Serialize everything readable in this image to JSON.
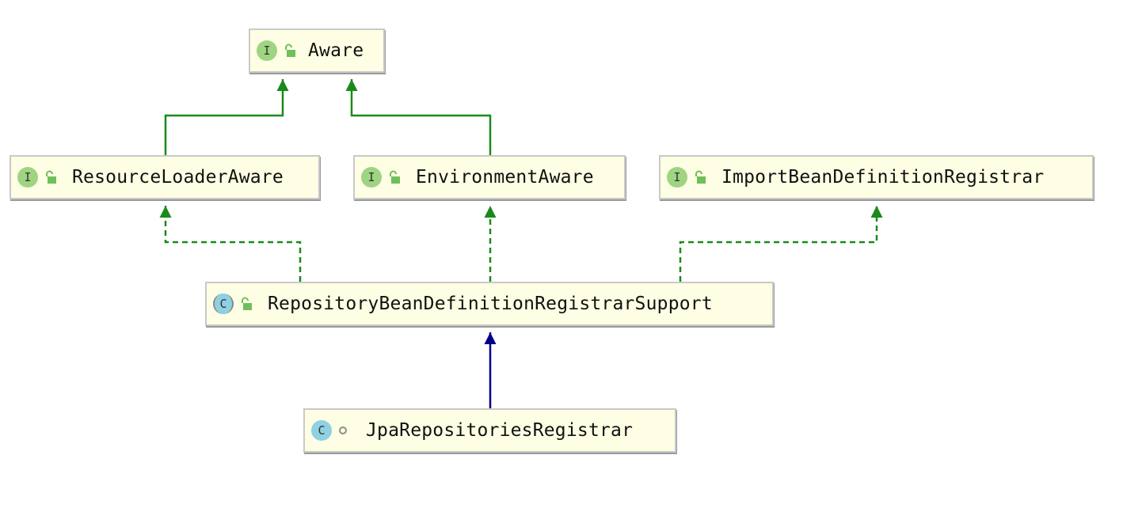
{
  "nodes": [
    {
      "id": "aware",
      "kind": "interface",
      "kind_letter": "I",
      "visibility": "public",
      "name": "Aware"
    },
    {
      "id": "resource_loader_aware",
      "kind": "interface",
      "kind_letter": "I",
      "visibility": "public",
      "name": "ResourceLoaderAware"
    },
    {
      "id": "environment_aware",
      "kind": "interface",
      "kind_letter": "I",
      "visibility": "public",
      "name": "EnvironmentAware"
    },
    {
      "id": "import_bean_definition_registrar",
      "kind": "interface",
      "kind_letter": "I",
      "visibility": "public",
      "name": "ImportBeanDefinitionRegistrar"
    },
    {
      "id": "repository_bean_definition_registrar_support",
      "kind": "abstract-class",
      "kind_letter": "C",
      "visibility": "public",
      "name": "RepositoryBeanDefinitionRegistrarSupport"
    },
    {
      "id": "jpa_repositories_registrar",
      "kind": "class",
      "kind_letter": "C",
      "visibility": "package-private",
      "name": "JpaRepositoriesRegistrar"
    }
  ],
  "edges": [
    {
      "from": "resource_loader_aware",
      "to": "aware",
      "type": "extends-interface",
      "color": "#1a8a1a"
    },
    {
      "from": "environment_aware",
      "to": "aware",
      "type": "extends-interface",
      "color": "#1a8a1a"
    },
    {
      "from": "repository_bean_definition_registrar_support",
      "to": "resource_loader_aware",
      "type": "implements",
      "color": "#1a8a1a"
    },
    {
      "from": "repository_bean_definition_registrar_support",
      "to": "environment_aware",
      "type": "implements",
      "color": "#1a8a1a"
    },
    {
      "from": "repository_bean_definition_registrar_support",
      "to": "import_bean_definition_registrar",
      "type": "implements",
      "color": "#1a8a1a"
    },
    {
      "from": "jpa_repositories_registrar",
      "to": "repository_bean_definition_registrar_support",
      "type": "extends-class",
      "color": "#00008b"
    }
  ],
  "colors": {
    "node_fill": "#fefee4",
    "node_border": "#c9c9c9",
    "interface_badge": "#9fd482",
    "class_badge": "#8fd0e2",
    "interface_edge": "#1a8a1a",
    "class_edge": "#00008b"
  },
  "icons": {
    "public": "unlocked-padlock-icon",
    "package-private": "hollow-circle-icon"
  }
}
